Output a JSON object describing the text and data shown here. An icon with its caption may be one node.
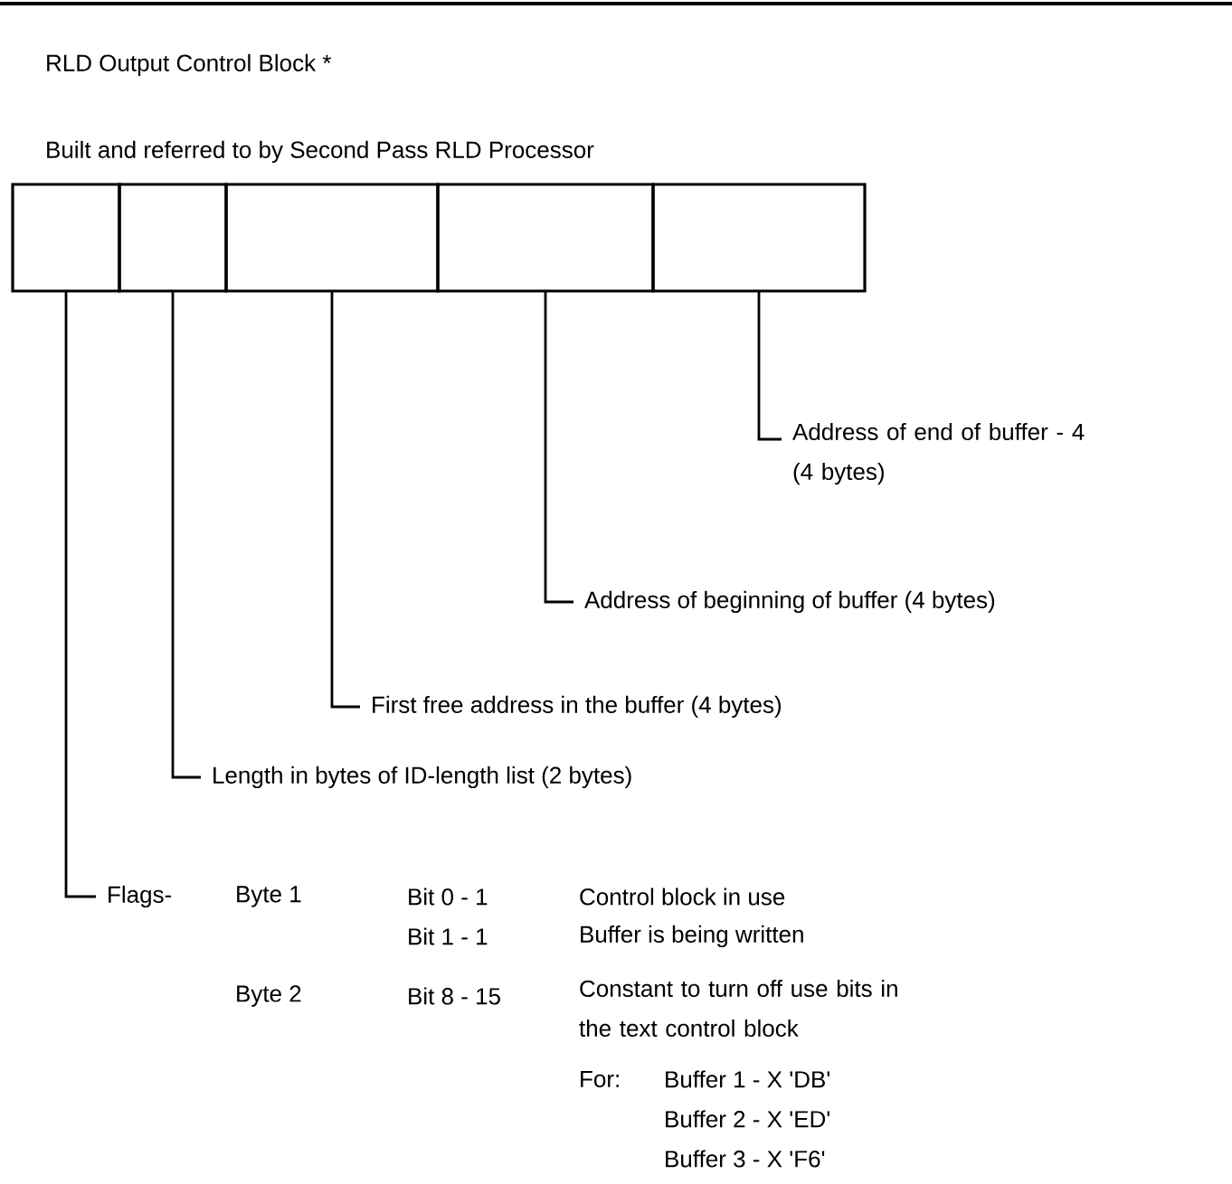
{
  "diagram": {
    "title": "RLD Output Control Block *",
    "nodes": [
      {
        "text": [],
        "shape": "box"
      },
      {
        "text": [],
        "shape": "box"
      },
      {
        "text": [],
        "shape": "box"
      },
      {
        "text": [],
        "shape": "box"
      },
      {
        "text": [],
        "shape": "box"
      },
      {
        "text": [
          "Address of end of buffer - 4 (4 bytes)"
        ]
      },
      {
        "text": [
          "Address of beginning of buffer (4 bytes)"
        ]
      },
      {
        "text": [
          "First free address in the buffer (4 bytes)"
        ]
      },
      {
        "text": [
          "Length in bytes of ID-length list (2 bytes)"
        ]
      },
      {
        "text": [
          "Flags-"
        ]
      }
    ],
    "edges": [
      {
        "from": 5,
        "to": 4,
        "arrow": "none"
      },
      {
        "from": 6,
        "to": 3,
        "arrow": "none"
      },
      {
        "from": 7,
        "to": 2,
        "arrow": "none"
      },
      {
        "from": 8,
        "to": 1,
        "arrow": "none"
      },
      {
        "from": 9,
        "to": 0,
        "arrow": "none"
      }
    ],
    "labels": [
      "Built and referred to by Second Pass RLD Processor",
      "Byte 1",
      "Bit 0 - 1",
      "Control block in use",
      "Bit 1 - 1",
      "Buffer is being written",
      "Byte 2",
      "Bit 8 - 15",
      "Constant to turn off use bits in the text control block",
      "For:",
      "Buffer 1 - X 'DB'",
      "Buffer 2 - X 'ED'",
      "Buffer 3 - X 'F6'"
    ]
  }
}
